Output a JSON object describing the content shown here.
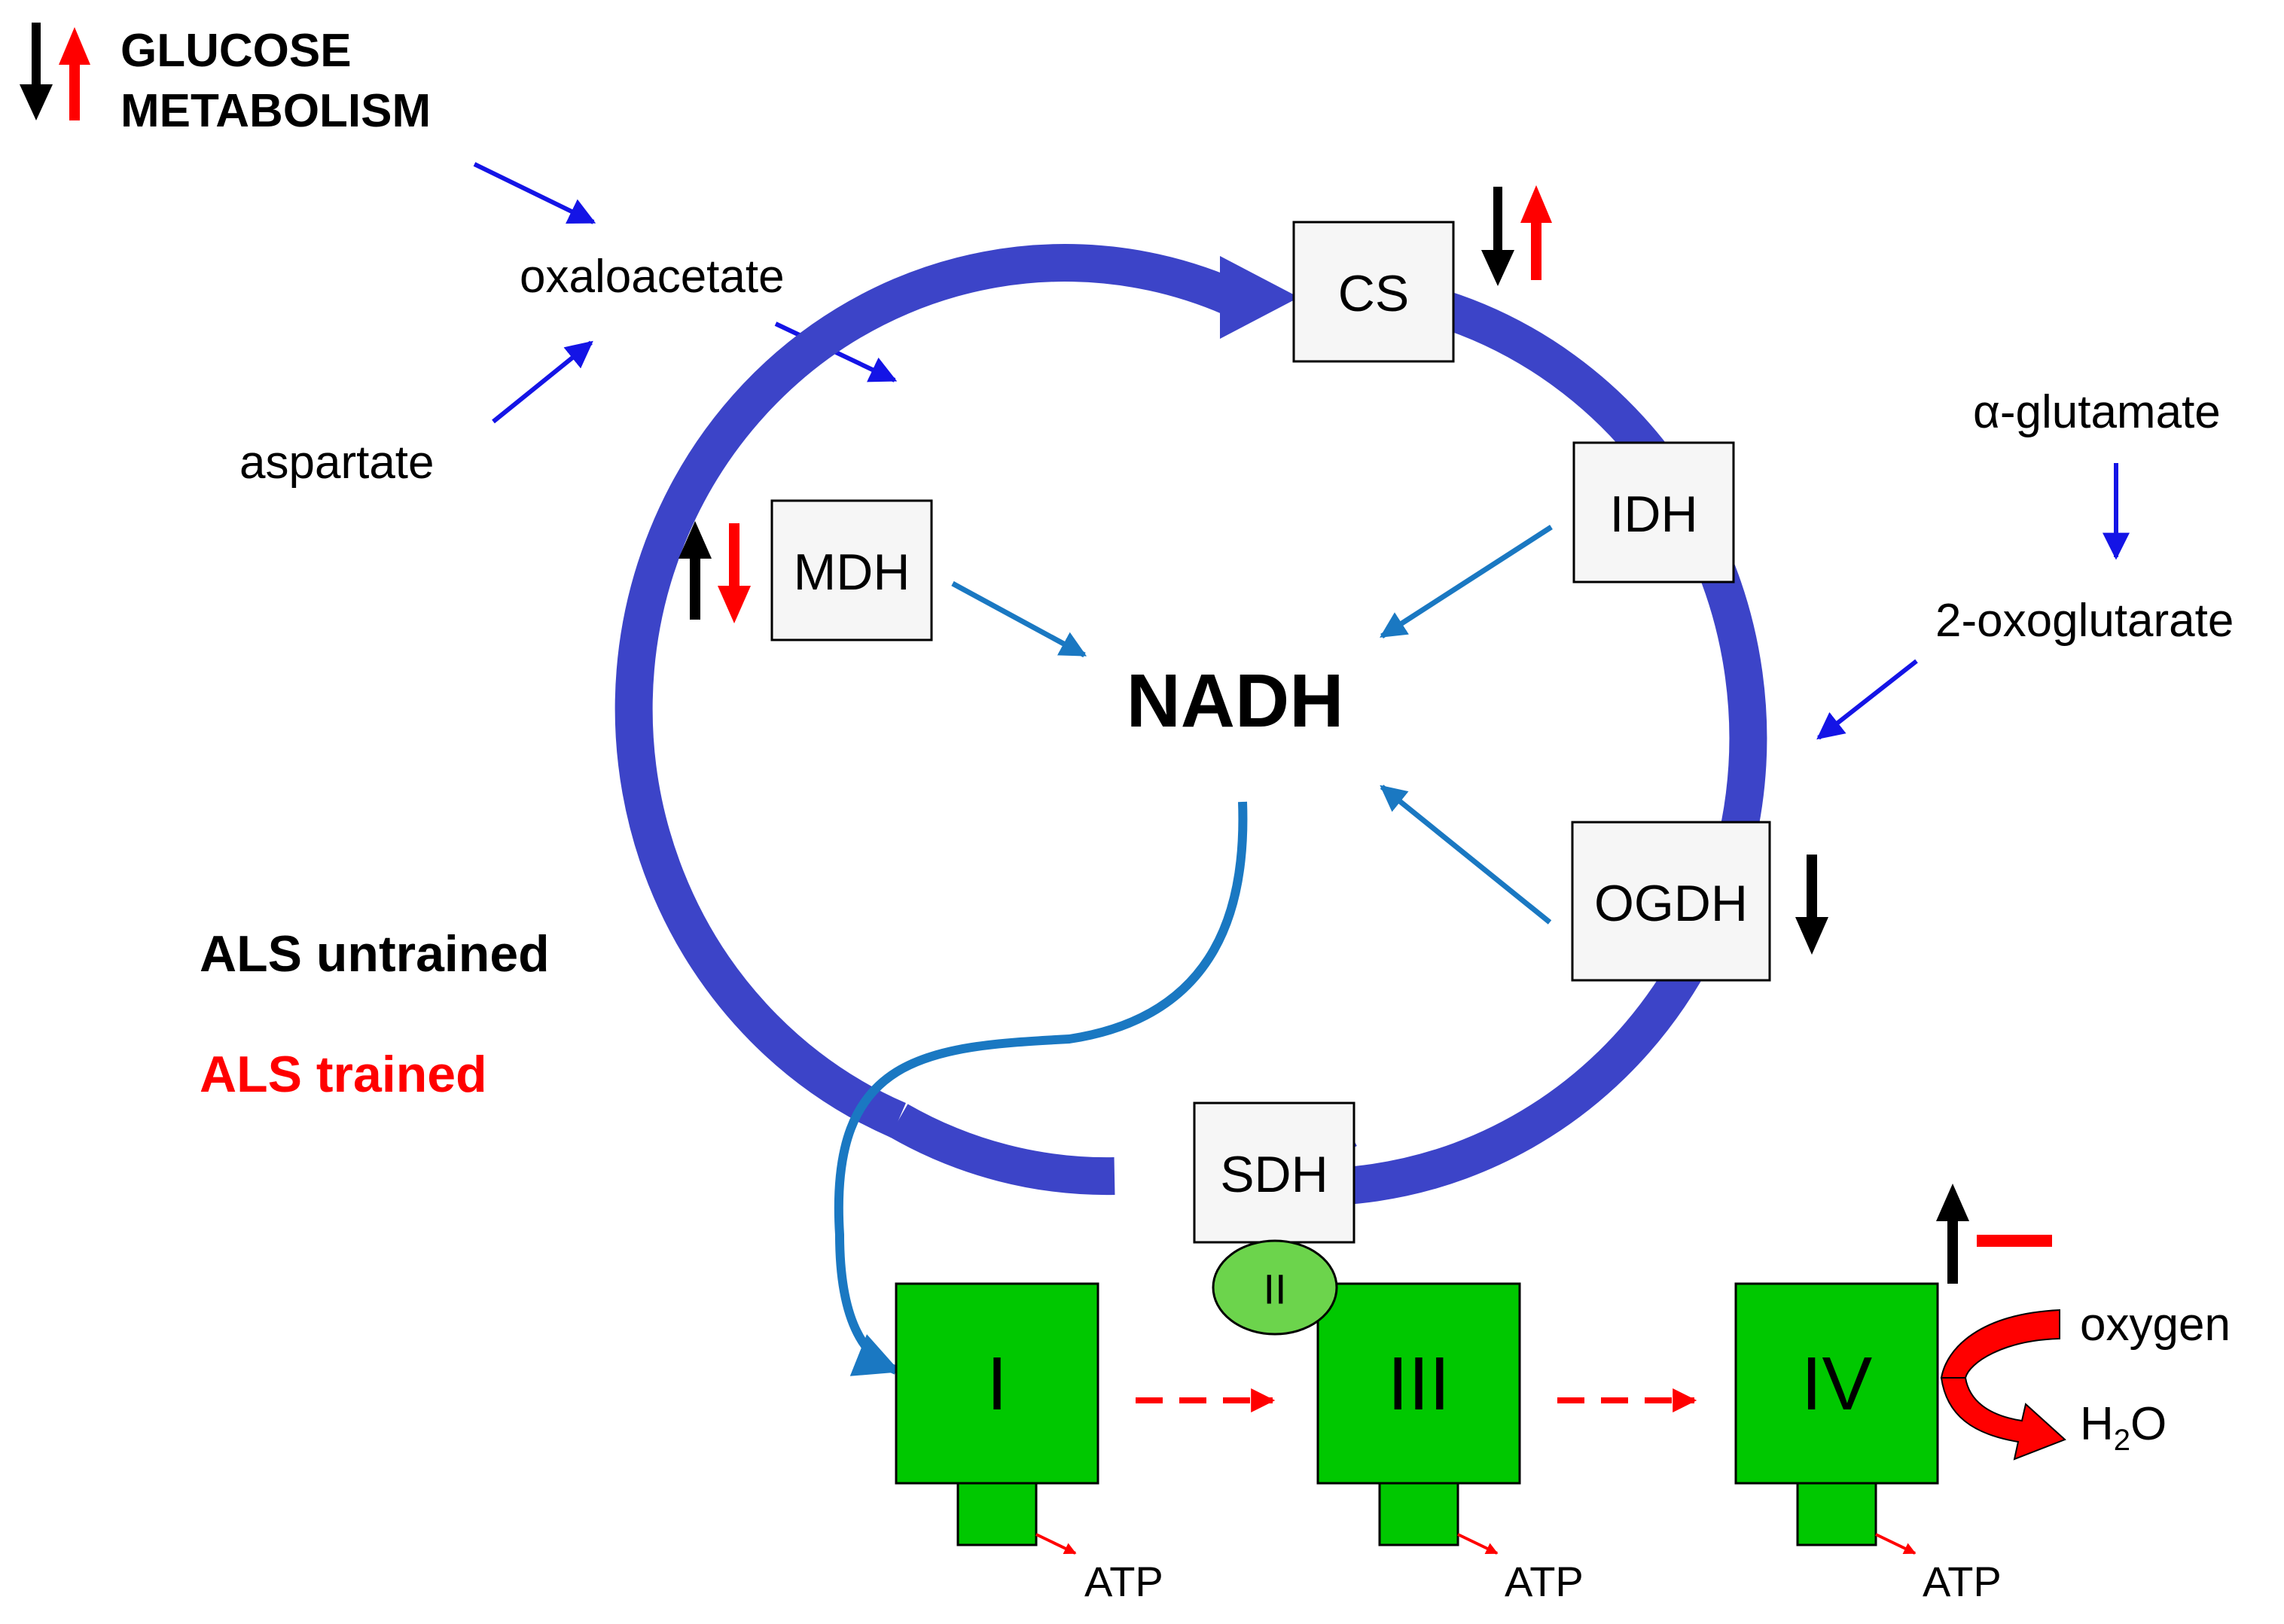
{
  "header": {
    "line1": "GLUCOSE",
    "line2": "METABOLISM"
  },
  "metabolites": {
    "oxaloacetate": "oxaloacetate",
    "aspartate": "aspartate",
    "glutamate": "α-glutamate",
    "oxoglutarate": "2-oxoglutarate",
    "nadh": "NADH",
    "oxygen": "oxygen",
    "water_h": "H",
    "water_sub": "2",
    "water_o": "O"
  },
  "enzymes": {
    "cs": "CS",
    "idh": "IDH",
    "mdh": "MDH",
    "ogdh": "OGDH",
    "sdh": "SDH"
  },
  "complexes": {
    "c1": "I",
    "c2": "II",
    "c3": "III",
    "c4": "IV"
  },
  "atp": [
    "ATP",
    "ATP",
    "ATP"
  ],
  "legend": {
    "untrained": "ALS untrained",
    "trained": "ALS trained",
    "untrained_color": "#000000",
    "trained_color": "#ff0000"
  },
  "colors": {
    "cycle": "#3c44c8",
    "flow_arrow": "#1414e6",
    "nadh_arrow": "#1a78c2",
    "complex_fill": "#00c800",
    "complex2_fill": "#6cd44c",
    "enzyme_box": "#f6f6f6",
    "electron_flow": "#ff0000"
  }
}
